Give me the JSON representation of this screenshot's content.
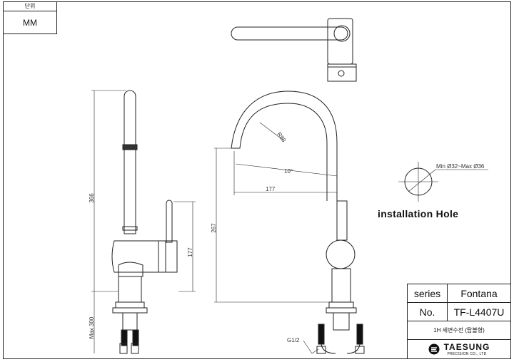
{
  "unit": {
    "label": "단위",
    "value": "MM"
  },
  "dimensions": {
    "height_total": "366",
    "handle_height": "177",
    "max_hose": "Max 300",
    "spout_height": "267",
    "angle": "10°",
    "reach": "177",
    "radius": "R88",
    "thread": "G1/2"
  },
  "hole": {
    "label": "Min Ø32~Max Ø36"
  },
  "installation_label": "installation Hole",
  "title_block": {
    "series_key": "series",
    "series_value": "Fontana",
    "no_key": "No.",
    "no_value": "TF-L4407U",
    "description": "1H 세면수전 (탑볼형)",
    "brand": "TAESUNG",
    "brand_sub": "PRECISION CO., LTD"
  }
}
